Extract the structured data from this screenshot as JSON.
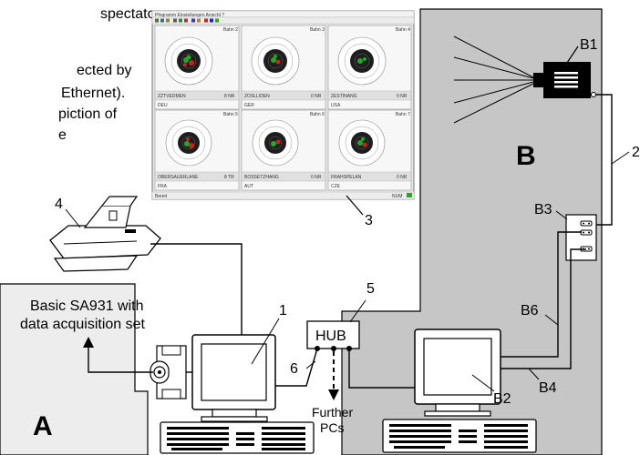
{
  "intro_text": {
    "line1": "spectators",
    "line2": "ected  by",
    "line3": "Ethernet).",
    "line4": "piction   of",
    "line5": "e"
  },
  "labels": {
    "area_a": "A",
    "area_b": "B",
    "basic_line1": "Basic SA931 with",
    "basic_line2": "data acquisition set",
    "hub": "HUB",
    "further_line1": "Further",
    "further_line2": "PCs",
    "n1": "1",
    "n2": "2",
    "n3": "3",
    "n4": "4",
    "n5": "5",
    "n6": "6",
    "b1": "B1",
    "b2": "B2",
    "b3": "B3",
    "b4": "B4",
    "b6": "B6"
  },
  "screenshot": {
    "menu": "Pfogramm  Einstellungen  Ansicht  ?",
    "status_left": "Bereit",
    "status_right": "NUM",
    "panels": [
      {
        "title": "Bahn 2",
        "name": "ZZTVEDMEN",
        "score": "8 NR",
        "sub": "DEU"
      },
      {
        "title": "Bahn 3",
        "name": "ZOSLLIDEN",
        "score": "0 NR",
        "sub": "GER"
      },
      {
        "title": "Bahn 4",
        "name": "ZESTINANG",
        "score": "0 NR",
        "sub": "USA"
      },
      {
        "title": "Bahn 5",
        "name": "OBERSAUERLANE",
        "score": "8 TR",
        "sub": "FRA"
      },
      {
        "title": "Bahn 6",
        "name": "BOSSETZHANG",
        "score": "0 NR",
        "sub": "AUT"
      },
      {
        "title": "Bahn 7",
        "name": "FRAHSPELAN",
        "score": "0 NR",
        "sub": "CZE"
      }
    ]
  },
  "colors": {
    "room_b": "#c6c6c6",
    "room_a": "#ededed",
    "line": "#000000",
    "screenshot_bg": "#e6e6e6",
    "target_black": "#1e1e1e",
    "hits_green": "#22aa22",
    "hits_red": "#cc2222"
  }
}
